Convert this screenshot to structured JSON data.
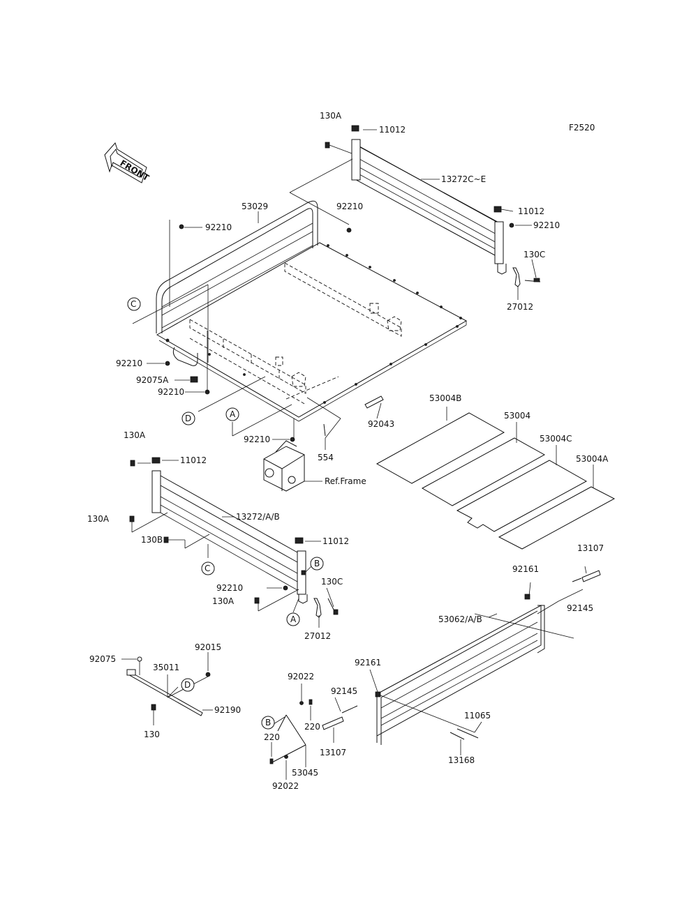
{
  "figure_code": "F2520",
  "front_arrow": "FRONT",
  "parts": {
    "p130A_top": "130A",
    "p11012_top": "11012",
    "p13272CE": "13272C~E",
    "p92210_top": "92210",
    "p11012_right": "11012",
    "p92210_right": "92210",
    "p130C_top": "130C",
    "p27012_top": "27012",
    "p53029": "53029",
    "p92210_left": "92210",
    "p92210_a": "92210",
    "p92075A": "92075A",
    "p92210_b": "92210",
    "p92043": "92043",
    "p92210_c": "92210",
    "p554": "554",
    "ref_frame": "Ref.Frame",
    "p53004B": "53004B",
    "p53004": "53004",
    "p53004C": "53004C",
    "p53004A": "53004A",
    "p130A_mid": "130A",
    "p11012_mid": "11012",
    "p13272AB": "13272/A/B",
    "p130A_side": "130A",
    "p130B": "130B",
    "p11012_low": "11012",
    "p130C_low": "130C",
    "p92210_low": "92210",
    "p130A_low": "130A",
    "p27012_low": "27012",
    "p13107_right": "13107",
    "p92161_right": "92161",
    "p92145_right": "92145",
    "p53062AB": "53062/A/B",
    "p92161_mid": "92161",
    "p92145_mid": "92145",
    "p13107_mid": "13107",
    "p11065": "11065",
    "p13168": "13168",
    "p92075": "92075",
    "p35011": "35011",
    "p92015": "92015",
    "p92190": "92190",
    "p130": "130",
    "p92022_top": "92022",
    "p220_top": "220",
    "p220_low": "220",
    "p53045": "53045",
    "p92022_low": "92022"
  },
  "callouts": {
    "c_top": "C",
    "d_top": "D",
    "a_top": "A",
    "b_mid": "B",
    "c_mid": "C",
    "a_mid": "A",
    "d_low": "D",
    "b_low": "B"
  }
}
